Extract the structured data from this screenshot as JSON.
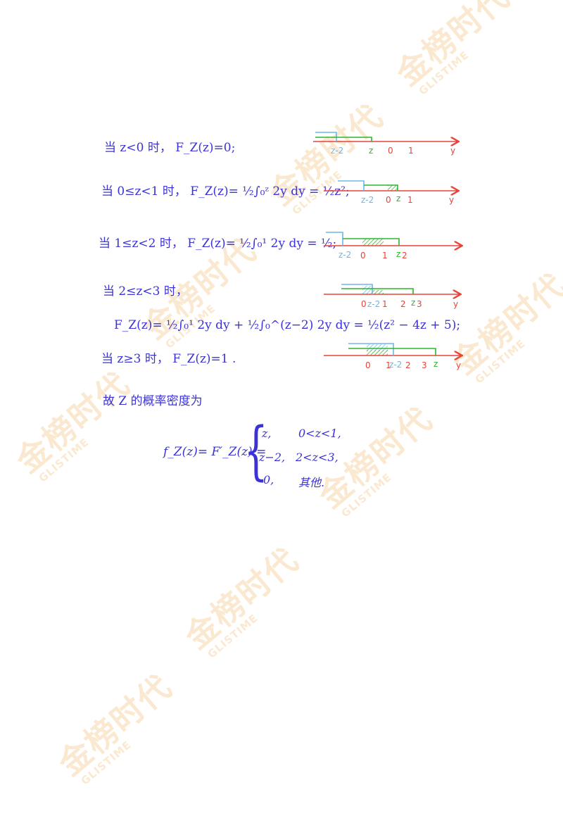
{
  "watermark": {
    "brand": "金榜时代",
    "latin": "GLISTIME"
  },
  "solution": {
    "case1": "当 z<0 时， F_Z(z)=0;",
    "case2": "当 0≤z<1 时， F_Z(z)= ½∫₀ᶻ 2y dy = ½z²;",
    "case3": "当 1≤z<2 时， F_Z(z)= ½∫₀¹ 2y dy = ½;",
    "case4_head": "当 2≤z<3 时，",
    "case4_formula": "F_Z(z)= ½∫₀¹ 2y dy + ½∫₀^(z−2) 2y dy = ½(z² − 4z + 5);",
    "case5": "当 z≥3 时， F_Z(z)=1 .",
    "conclusion": "故 Z 的概率密度为",
    "density_lhs": "f_Z(z)= F′_Z(z) =",
    "density_cases": [
      {
        "value": "z,",
        "cond": "0<z<1,"
      },
      {
        "value": "z−2,",
        "cond": "2<z<3,"
      },
      {
        "value": "0,",
        "cond": "其他."
      }
    ]
  },
  "diagrams": [
    {
      "labels": [
        "z-2",
        "z",
        "0",
        "1",
        "y"
      ]
    },
    {
      "labels": [
        "z-2",
        "0",
        "z",
        "1",
        "y"
      ]
    },
    {
      "labels": [
        "z-2",
        "0",
        "1",
        "z",
        "2"
      ]
    },
    {
      "labels": [
        "0",
        "z-2",
        "1",
        "2",
        "z",
        "3",
        "y"
      ]
    },
    {
      "labels": [
        "0",
        "1",
        "z-2",
        "2",
        "3",
        "z",
        "y"
      ]
    }
  ],
  "colors": {
    "ink": "#3b33d6",
    "axis": "#e8433a",
    "green": "#2fb52c",
    "blue": "#6db8e8",
    "watermark": "#f0b45a"
  }
}
